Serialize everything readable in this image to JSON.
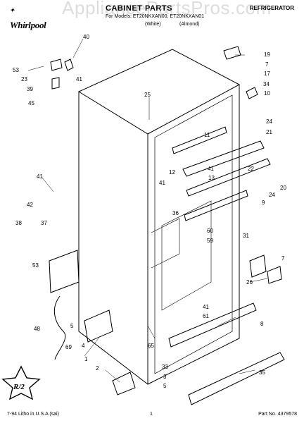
{
  "header": {
    "brand": "Whirlpool",
    "title": "CABINET PARTS",
    "model_line": "For Models: ET20NKXAN00, ET20NKXAN01",
    "color_left": "(White)",
    "color_right": "(Almond)",
    "category": "REFRIGERATOR",
    "watermark": "AppliancePartsPros.com"
  },
  "footer": {
    "litho": "7-94 Litho in U.S.A (sai)",
    "page": "1",
    "part_no": "Part No. 4379578"
  },
  "callouts": [
    "53",
    "40",
    "23",
    "39",
    "41",
    "45",
    "25",
    "19",
    "7",
    "17",
    "34",
    "10",
    "11",
    "24",
    "21",
    "41",
    "12",
    "22",
    "41",
    "13",
    "24",
    "20",
    "41",
    "42",
    "9",
    "36",
    "38",
    "37",
    "60",
    "59",
    "31",
    "7",
    "53",
    "26",
    "41",
    "61",
    "8",
    "5",
    "48",
    "4",
    "65",
    "69",
    "1",
    "2",
    "33",
    "3",
    "5",
    "35"
  ],
  "colors": {
    "ink": "#000000",
    "watermark": "#cfcfcf"
  }
}
